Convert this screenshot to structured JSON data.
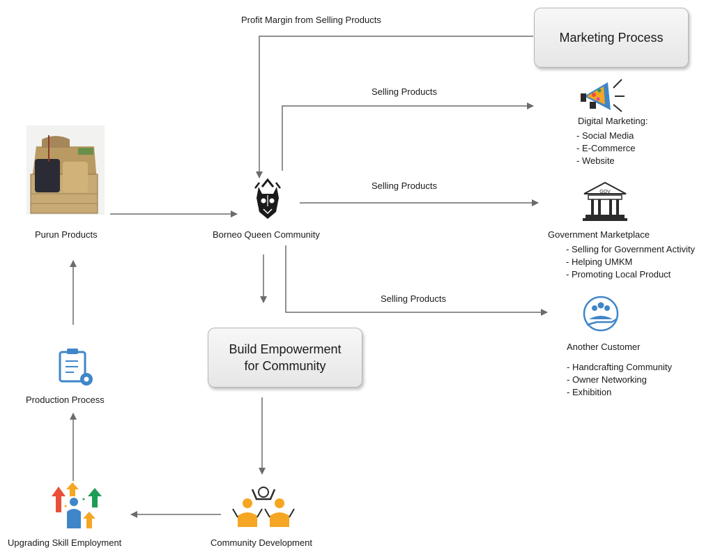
{
  "boxes": {
    "marketing": "Marketing Process",
    "empowerment_line1": "Build Empowerment",
    "empowerment_line2": "for Community"
  },
  "edges": {
    "profit": "Profit Margin from Selling Products",
    "selling_digital": "Selling Products",
    "selling_government": "Selling Products",
    "selling_customer": "Selling Products"
  },
  "nodes": {
    "purun": "Purun Products",
    "borneo": "Borneo Queen Community",
    "production": "Production Process",
    "upgrading": "Upgrading Skill Employment",
    "community_dev": "Community Development",
    "digital": {
      "title": "Digital Marketing:",
      "items": [
        "- Social Media",
        "- E-Commerce",
        "- Website"
      ]
    },
    "government": {
      "title": "Government Marketplace",
      "items": [
        "- Selling for Government Activity",
        "- Helping UMKM",
        "- Promoting Local Product"
      ]
    },
    "customer": {
      "title": "Another Customer",
      "items": [
        "- Handcrafting Community",
        "- Owner Networking",
        "- Exhibition"
      ]
    }
  },
  "icon_text": {
    "gov": "GOV"
  },
  "colors": {
    "arrow": "#6b6b6b",
    "icon_blue": "#3f86c8",
    "icon_orange": "#f5a623",
    "icon_red": "#e8503a",
    "icon_green": "#1f9d55"
  }
}
